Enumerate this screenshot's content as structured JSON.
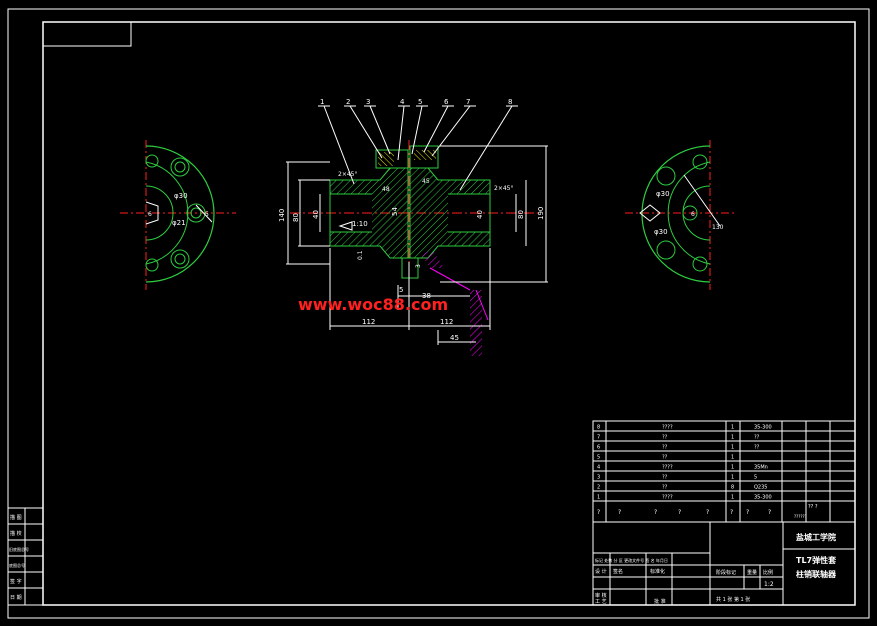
{
  "colors": {
    "background": "#000000",
    "frame": "#ffffff",
    "part_outline": "#2ecc40",
    "center_line": "#ff2020",
    "section_hatch": "#2ecc40",
    "shaft_hatch": "#ff00ff",
    "watermark": "#ff2020"
  },
  "watermark": "www.woc88.com",
  "balloons": [
    "1",
    "2",
    "3",
    "4",
    "5",
    "6",
    "7",
    "8"
  ],
  "dimensions": {
    "d140": "140",
    "d80_left": "80",
    "d40_left": "40",
    "taper": "1:10",
    "d54": "54",
    "d48": "48",
    "chamfer_left": "2×45°",
    "chamfer_right": "2×45°",
    "d45": "45",
    "d0_1": "0.1",
    "d3": "3",
    "d40_right": "40",
    "d80_right": "80",
    "d190": "190",
    "len5": "5",
    "len38": "38",
    "len112_left": "112",
    "len112_right": "112",
    "len45": "45",
    "left_d30": "φ30",
    "left_d21": "φ21",
    "left_d6": "6",
    "left_d5": "5",
    "right_d30": "φ30",
    "right_d30b": "φ30",
    "right_d6": "6",
    "right_d130": "130"
  },
  "parts_list": {
    "rows": [
      {
        "no": "8",
        "name": "????",
        "qty": "1",
        "material": "35-300"
      },
      {
        "no": "7",
        "name": "??",
        "qty": "1",
        "material": "??"
      },
      {
        "no": "6",
        "name": "??",
        "qty": "1",
        "material": "??"
      },
      {
        "no": "5",
        "name": "??",
        "qty": "1",
        "material": ""
      },
      {
        "no": "4",
        "name": "????",
        "qty": "1",
        "material": "35Mn"
      },
      {
        "no": "3",
        "name": "??",
        "qty": "1",
        "material": "5"
      },
      {
        "no": "2",
        "name": "??",
        "qty": "8",
        "material": "Q235"
      },
      {
        "no": "1",
        "name": "????",
        "qty": "1",
        "material": "35-300"
      }
    ],
    "header": [
      "?",
      "?",
      "?",
      "?",
      "?",
      "?",
      "?",
      "?"
    ],
    "header_note": "?? ?",
    "header_note2": "??????"
  },
  "title_block": {
    "school": "盐城工学院",
    "title_line1": "TL7弹性套",
    "title_line2": "柱销联轴器",
    "scale": "1:2",
    "label_design": "设 计",
    "label_name": "签名",
    "label_standard": "标准化",
    "label_check": "审 核",
    "label_process": "工 艺",
    "label_approve": "批 准",
    "label_stage": "阶段标记",
    "label_weight": "重量",
    "label_ratio": "比例",
    "sheet": "共 1 张 第 1 张",
    "revision_cols": "标记 处数 分 区 更改文件号 签 名 年月日"
  },
  "side_block": [
    "描 图",
    "描 校",
    "旧底图总号",
    "底图总号",
    "签 字",
    "日 期"
  ]
}
